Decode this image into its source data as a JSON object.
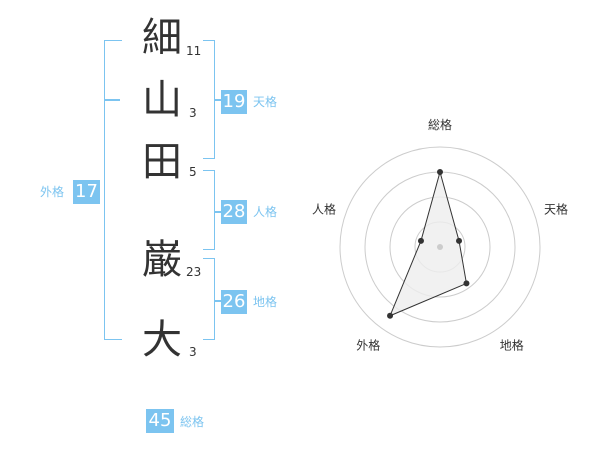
{
  "name": {
    "chars": [
      {
        "char": "細",
        "strokes": "11"
      },
      {
        "char": "山",
        "strokes": "3"
      },
      {
        "char": "田",
        "strokes": "5"
      },
      {
        "char": "巌",
        "strokes": "23"
      },
      {
        "char": "大",
        "strokes": "3"
      }
    ]
  },
  "scores": {
    "tenkaku": {
      "value": "19",
      "label": "天格"
    },
    "jinkaku": {
      "value": "28",
      "label": "人格"
    },
    "chikaku": {
      "value": "26",
      "label": "地格"
    },
    "gaikaku": {
      "value": "17",
      "label": "外格"
    },
    "soukaku": {
      "value": "45",
      "label": "総格"
    }
  },
  "chart_data": {
    "type": "radar",
    "axes": [
      "総格",
      "天格",
      "地格",
      "外格",
      "人格"
    ],
    "values": [
      0.75,
      0.2,
      0.45,
      0.85,
      0.2
    ],
    "range": [
      0,
      1
    ],
    "rings": 4,
    "colors": {
      "ring": "#cccccc",
      "fill": "#eeeeee",
      "line": "#333333",
      "point": "#333333",
      "center": "#cccccc"
    }
  },
  "colors": {
    "accent": "#7cc4f0",
    "text": "#333333"
  }
}
